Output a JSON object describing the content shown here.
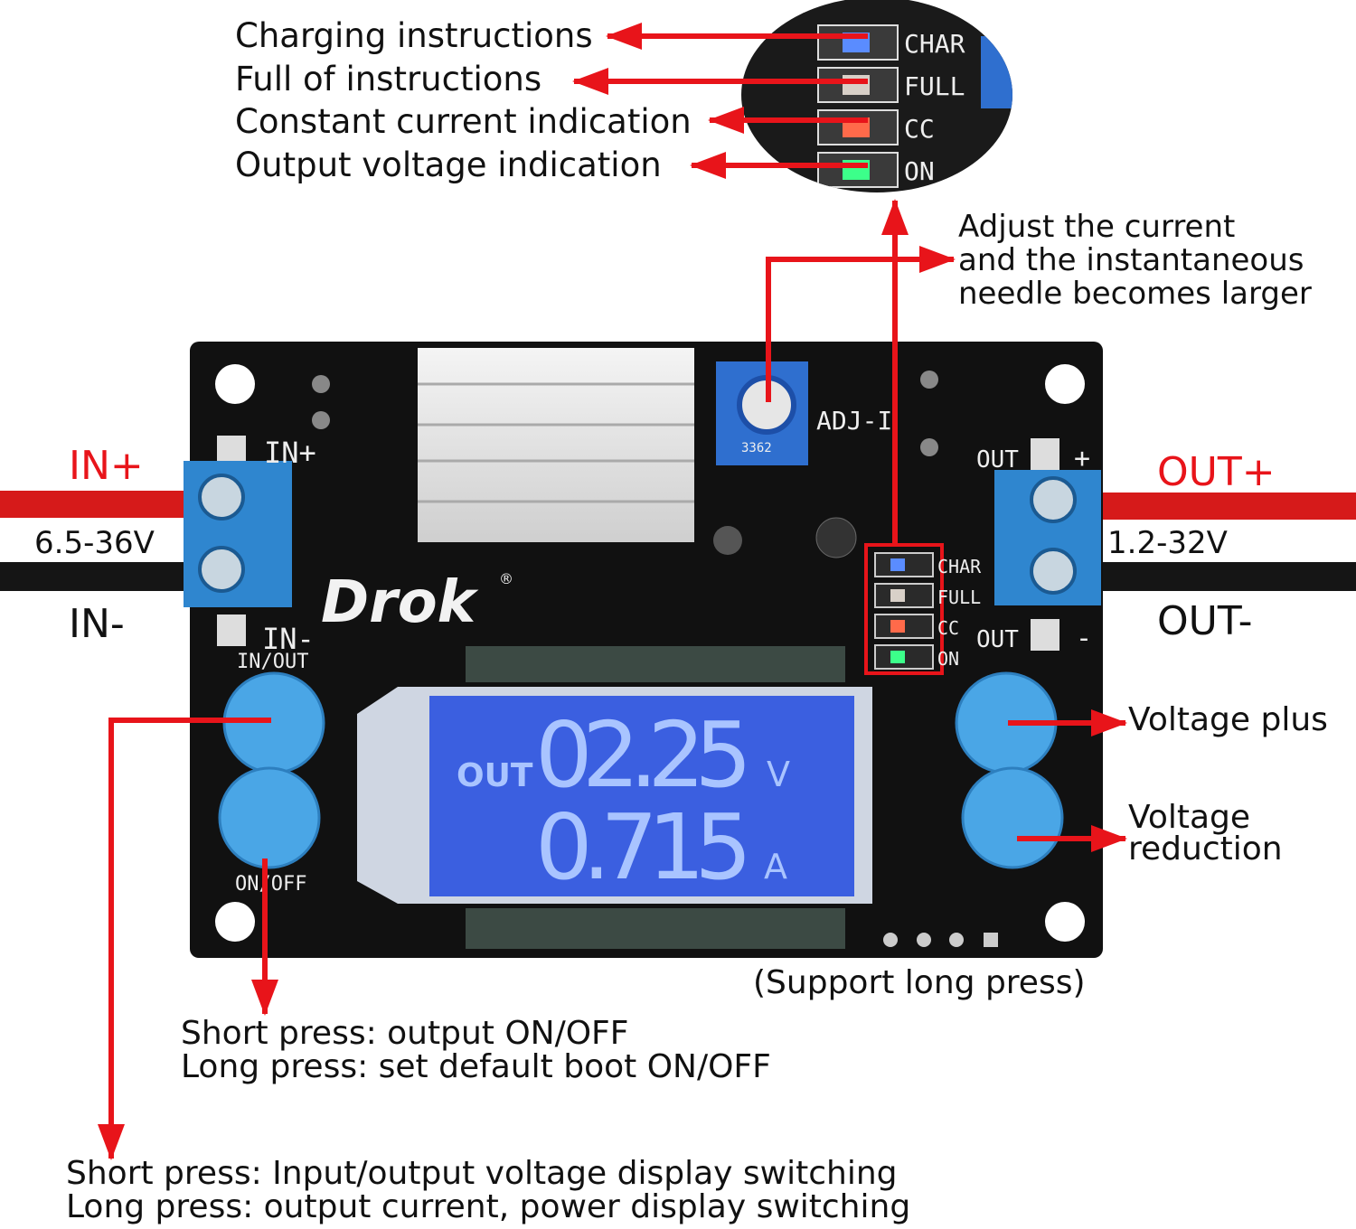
{
  "indicators": {
    "charging": "Charging instructions",
    "full": "Full of instructions",
    "constant_current": "Constant current indication",
    "output_voltage": "Output voltage indication",
    "led_labels": [
      "CHAR",
      "FULL",
      "CC",
      "ON"
    ],
    "led_colors": [
      "#5a8cff",
      "#d8d0c8",
      "#ff6a4a",
      "#3cff8a"
    ]
  },
  "adjust_note": [
    "Adjust the current",
    "and the instantaneous",
    "needle becomes larger"
  ],
  "input": {
    "plus": "IN+",
    "range": "6.5-36V",
    "minus": "IN-"
  },
  "output": {
    "plus": "OUT+",
    "range": "1.2-32V",
    "minus": "OUT-"
  },
  "board": {
    "brand": "Drok",
    "pot_label": "ADJ-I",
    "pot_code": "3362",
    "in_plus": "IN+",
    "in_minus": "IN-",
    "out_plus": "OUT",
    "out_minus": "OUT",
    "btn_in_out": "IN/OUT",
    "btn_on_off": "ON/OFF"
  },
  "lcd": {
    "mode": "OUT",
    "voltage": "02.25",
    "voltage_unit": "V",
    "current": "0.715",
    "current_unit": "A"
  },
  "buttons": {
    "voltage_plus": "Voltage plus",
    "voltage_reduction": [
      "Voltage",
      "reduction"
    ],
    "support": "(Support long press)",
    "on_off": [
      "Short press: output ON/OFF",
      "Long press: set default boot ON/OFF"
    ],
    "in_out": [
      "Short press: Input/output voltage display switching",
      "Long press: output current, power display switching"
    ]
  },
  "colors": {
    "arrow": "#e8141a",
    "pcb": "#111111",
    "lcd": "#3b5fe0",
    "terminal": "#2f86cf",
    "button": "#4aa6e6"
  }
}
